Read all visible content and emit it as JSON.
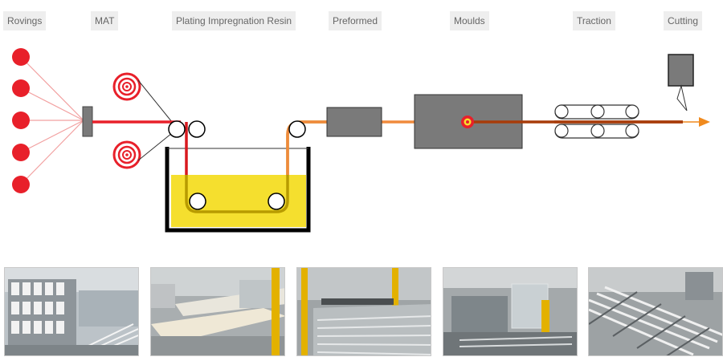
{
  "stages": [
    {
      "key": "rovings",
      "label": "Rovings"
    },
    {
      "key": "mat",
      "label": "MAT"
    },
    {
      "key": "impregnation",
      "label": "Plating Impregnation Resin"
    },
    {
      "key": "preformed",
      "label": "Preformed"
    },
    {
      "key": "moulds",
      "label": "Moulds"
    },
    {
      "key": "traction",
      "label": "Traction"
    },
    {
      "key": "cutting",
      "label": "Cutting"
    }
  ],
  "photos": [
    {
      "subject": "roving-creel-photo"
    },
    {
      "subject": "resin-bath-photo"
    },
    {
      "subject": "preforming-line-photo"
    },
    {
      "subject": "mould-station-photo"
    },
    {
      "subject": "traction-conveyor-photo"
    }
  ],
  "colors": {
    "roving": "#e8202a",
    "fiber_light": "#f2a0a0",
    "resin_bath": "#f5df2e",
    "resin_line": "#b89b00",
    "preform_line": "#f08a3c",
    "cured_line": "#a83c0a",
    "machine": "#7a7a7a",
    "arrow": "#f08a1e",
    "heat_marker": "#e8202a",
    "label_bg": "#eeeeee",
    "label_text": "#666666"
  }
}
